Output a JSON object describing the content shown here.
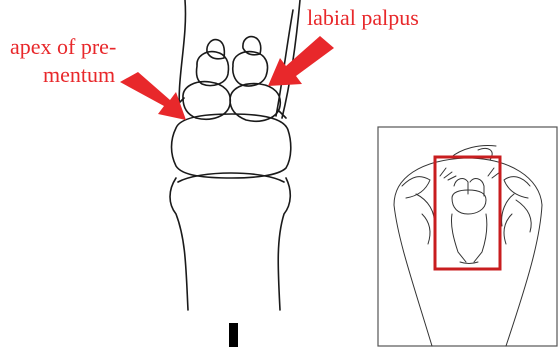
{
  "labels": {
    "labial_palpus": "labial palpus",
    "apex_line1": "apex of pre-",
    "apex_line2": "mentum"
  },
  "colors": {
    "annotation": "#e8282b",
    "line": "#1a1a1a",
    "inset_border": "#555555"
  }
}
